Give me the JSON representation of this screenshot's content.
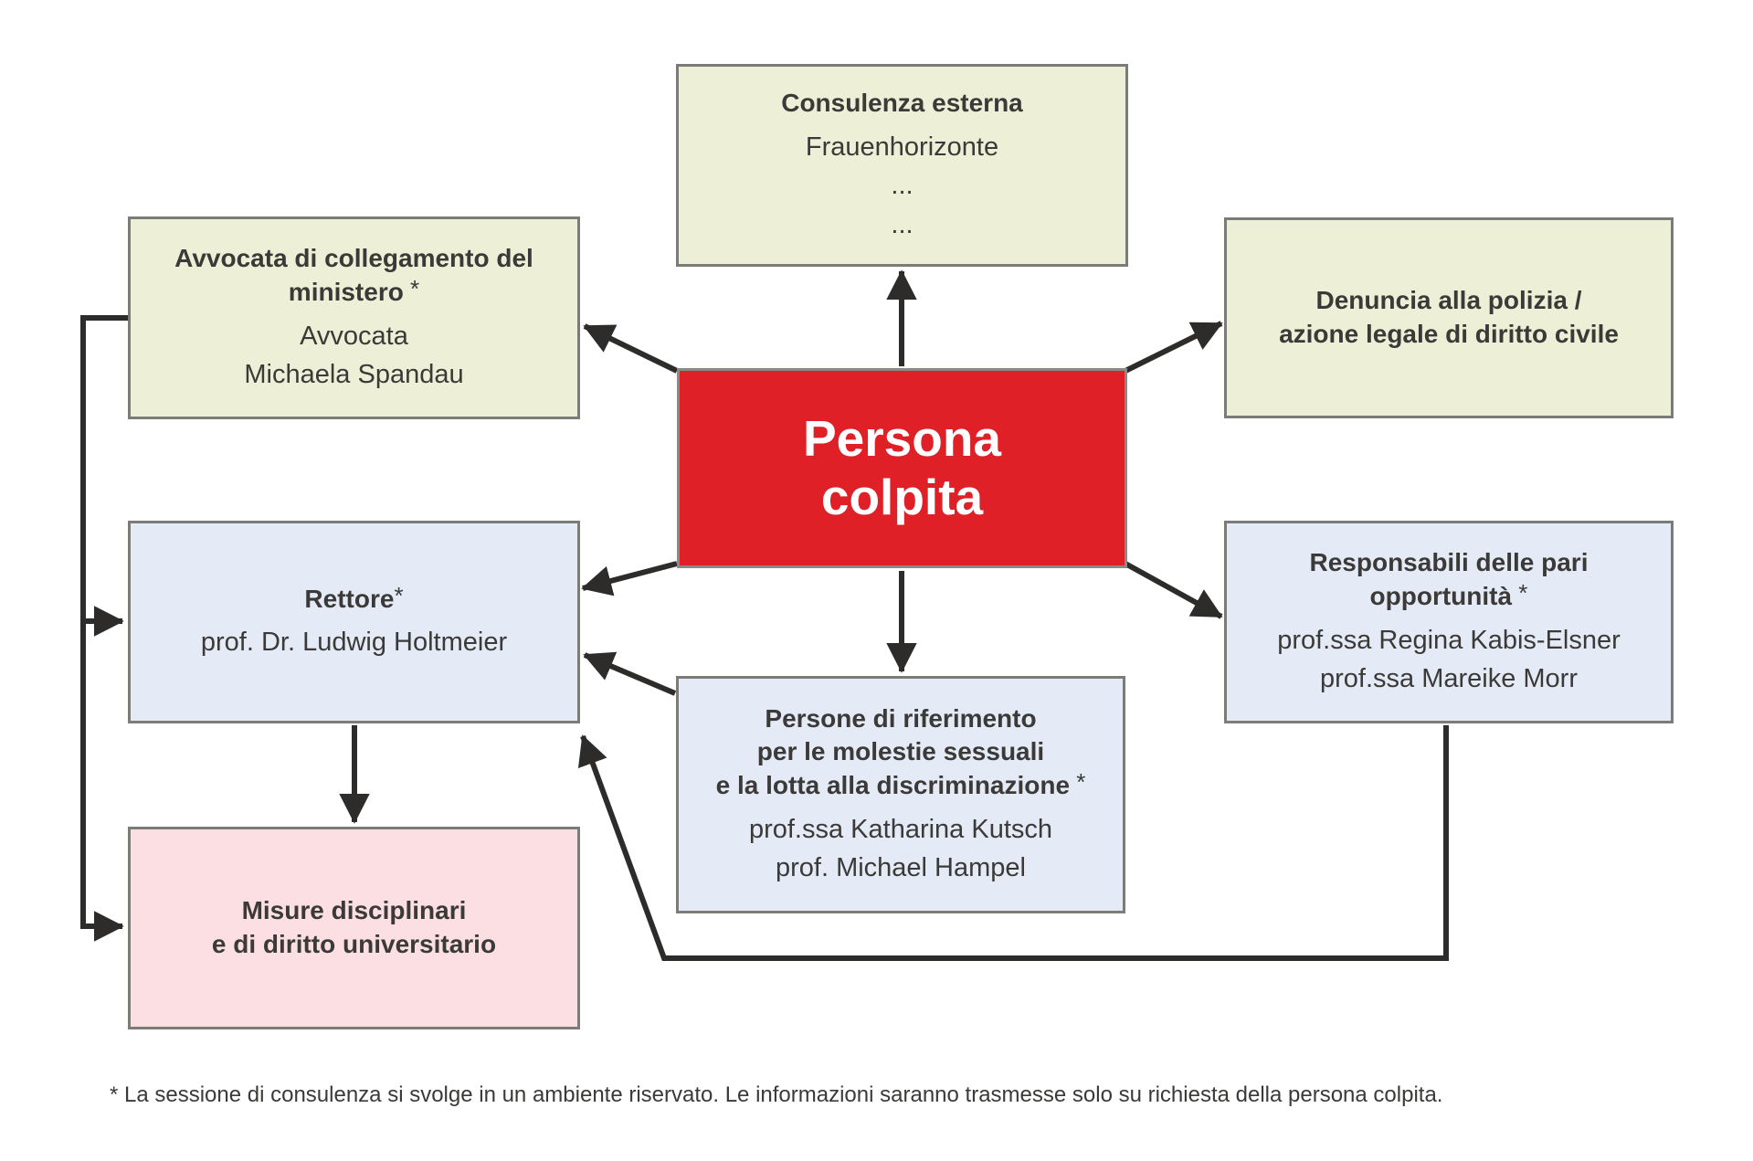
{
  "colors": {
    "green": "#edf0d6",
    "blue": "#e4ebf6",
    "pink": "#fcdfe3",
    "red": "#e02027",
    "border": "#7b7b78",
    "arrow": "#2d2c2b",
    "text": "#3b3a38",
    "bg": "#ffffff"
  },
  "boxes": {
    "consulenza": {
      "title": "Consulenza esterna",
      "lines": [
        "Frauenhorizonte",
        "...",
        "..."
      ]
    },
    "avvocata": {
      "title": "Avvocata di collegamento del\nministero",
      "asterisk": " *",
      "lines": [
        "Avvocata",
        "Michaela Spandau"
      ]
    },
    "denuncia": {
      "title": "Denuncia alla polizia /\nazione legale di diritto civile"
    },
    "persona": {
      "title": "Persona\ncolpita"
    },
    "rettore": {
      "title": "Rettore",
      "asterisk": "*",
      "lines": [
        "prof. Dr. Ludwig Holtmeier"
      ]
    },
    "responsabili": {
      "title": "Responsabili delle pari\nopportunità",
      "asterisk": " *",
      "lines": [
        "prof.ssa Regina Kabis-Elsner",
        "prof.ssa Mareike Morr"
      ]
    },
    "persone": {
      "title": "Persone di riferimento\nper le molestie sessuali\ne la lotta alla discriminazione",
      "asterisk": " *",
      "lines": [
        "prof.ssa Katharina Kutsch",
        "prof. Michael Hampel"
      ]
    },
    "misure": {
      "title": "Misure disciplinari\ne di diritto universitario"
    }
  },
  "footnote": "* La sessione di consulenza si svolge in un ambiente riservato. Le informazioni saranno trasmesse solo su richiesta della persona colpita."
}
